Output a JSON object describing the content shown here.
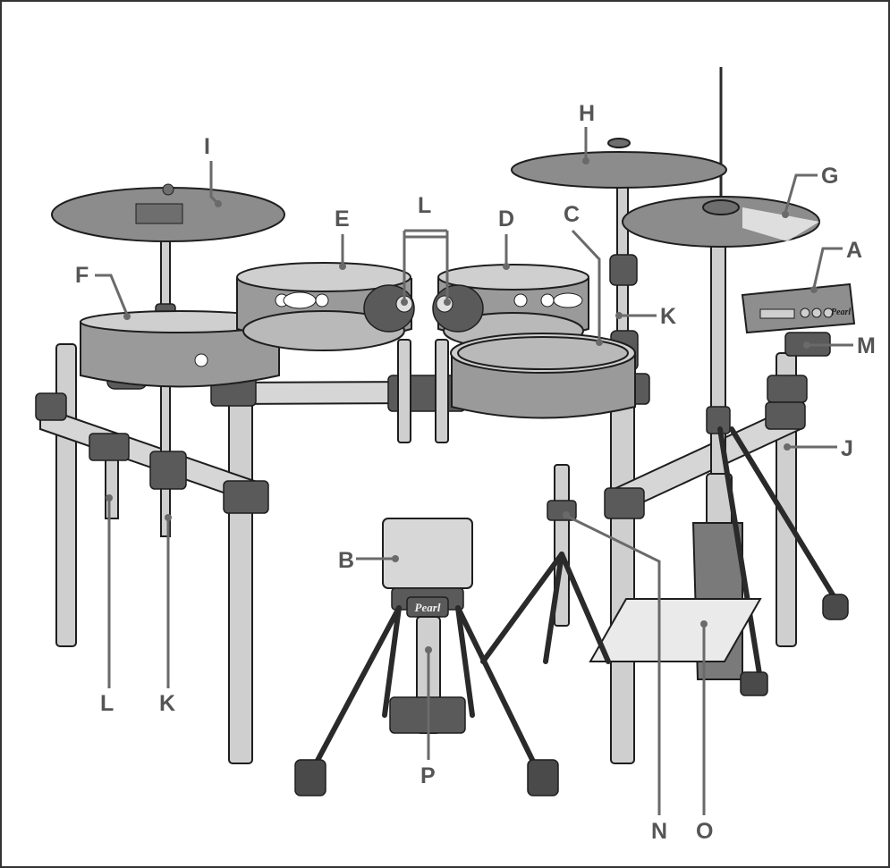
{
  "diagram": {
    "labels": {
      "A": "A",
      "B": "B",
      "C": "C",
      "D": "D",
      "E": "E",
      "F": "F",
      "G": "G",
      "H": "H",
      "I": "I",
      "J": "J",
      "K": "K",
      "L": "L",
      "M": "M",
      "N": "N",
      "O": "O",
      "P": "P"
    },
    "label_color": "#555555",
    "line_color": "#6a6a6a",
    "brand_badges": [
      "Pearl",
      "Pearl"
    ]
  }
}
